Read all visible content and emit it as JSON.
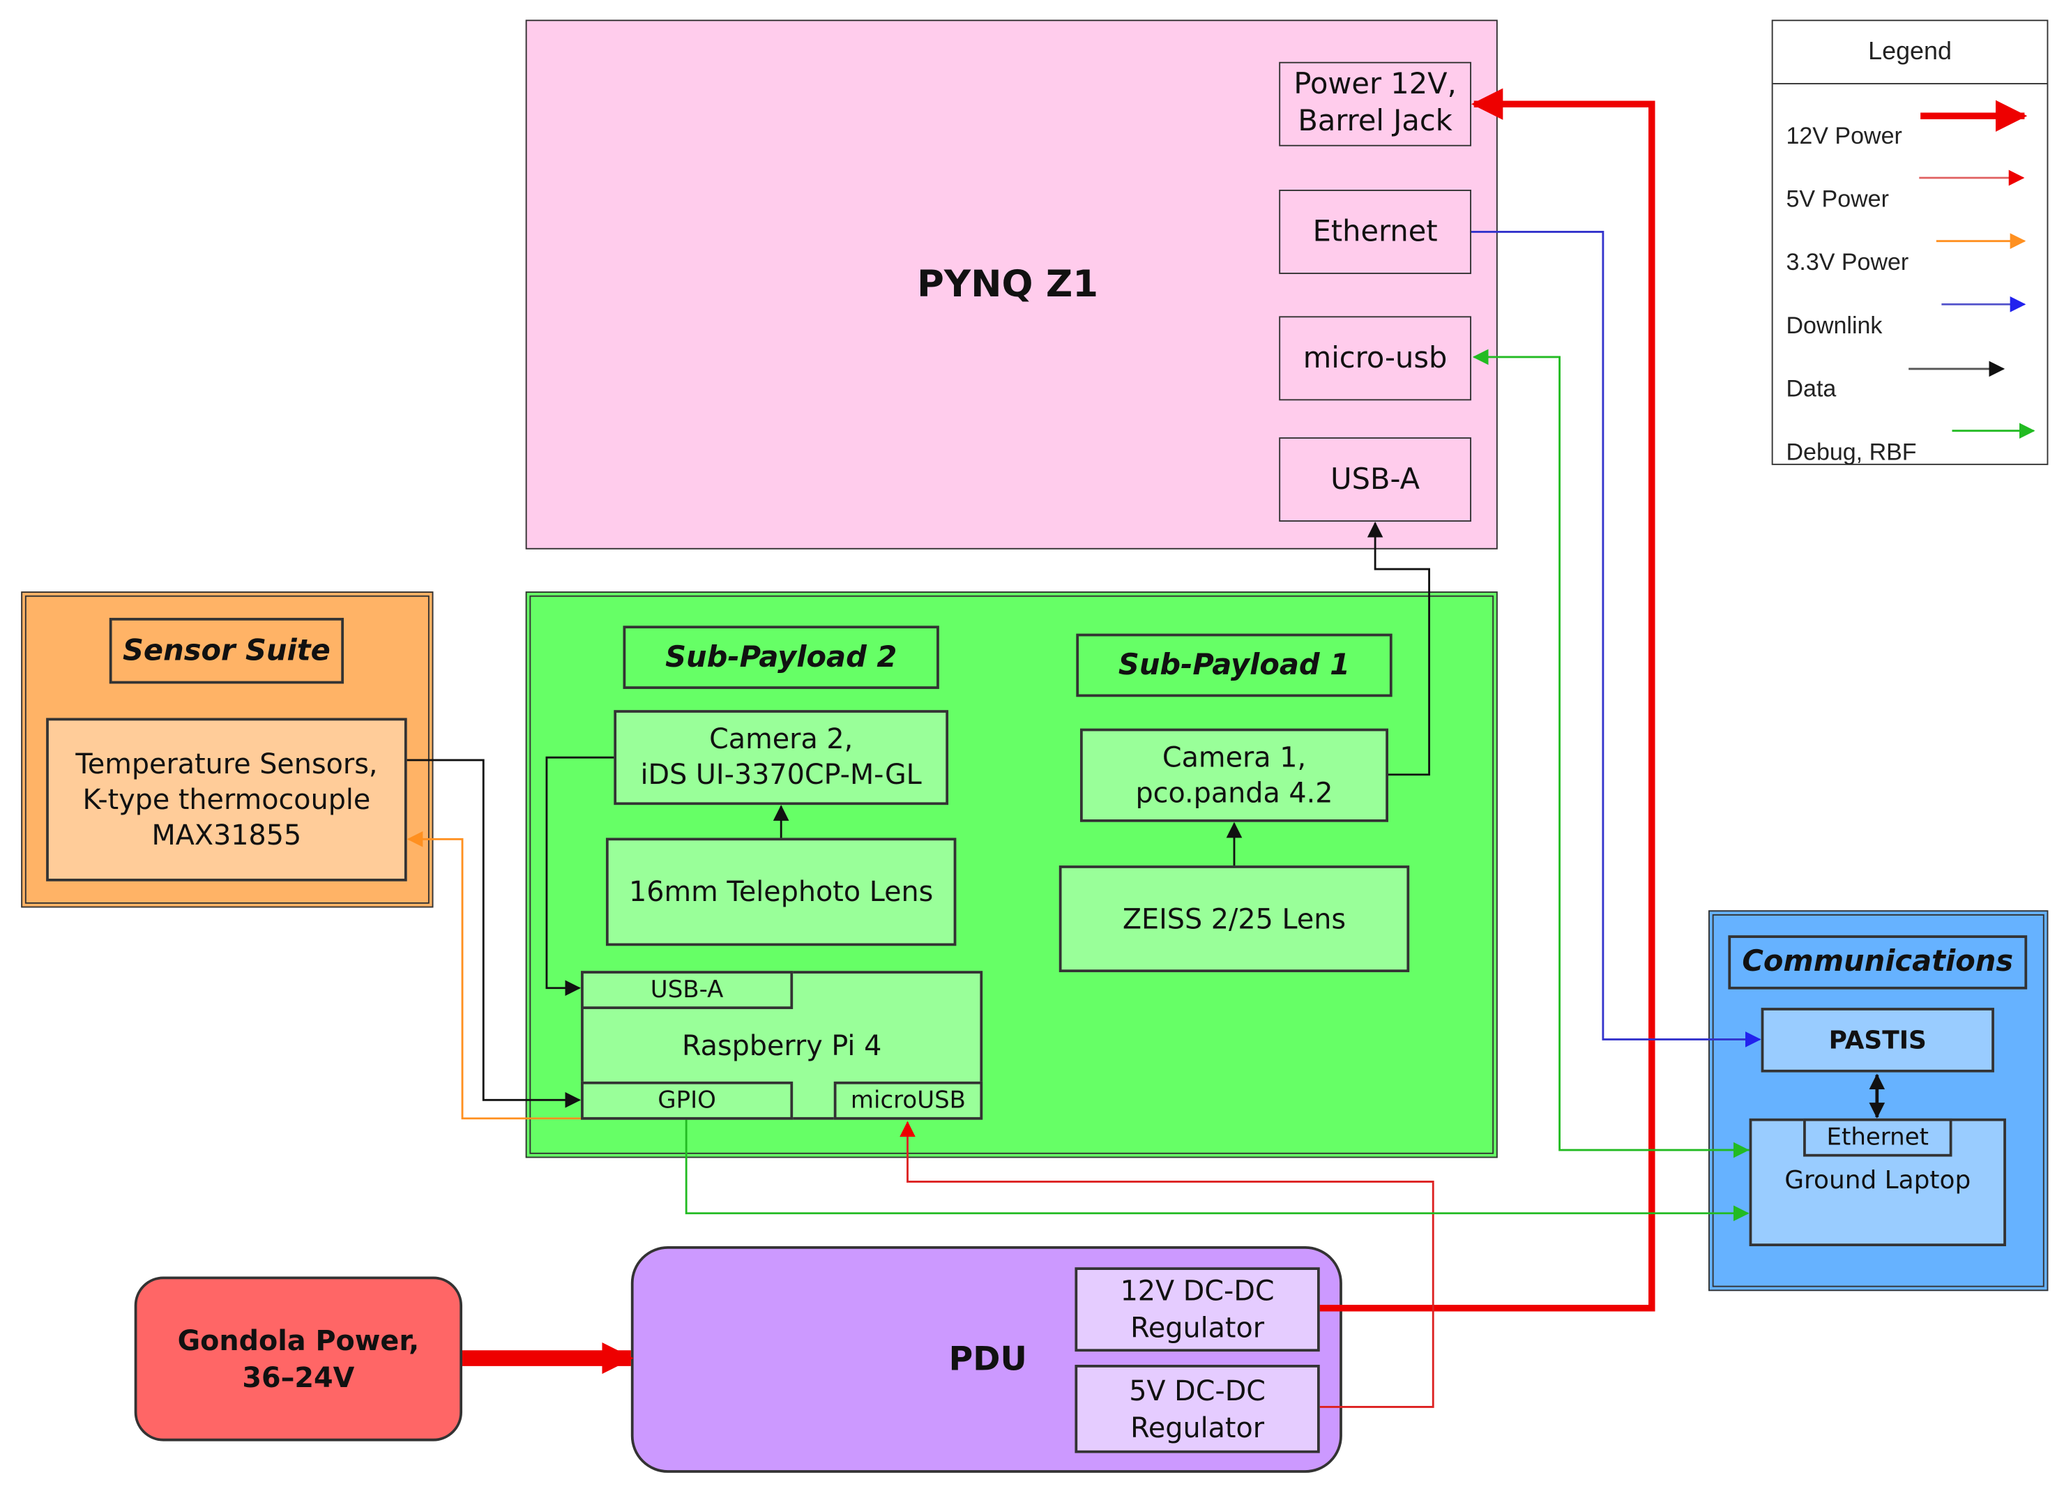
{
  "pynq": {
    "title": "PYNQ Z1",
    "power_port": "Power 12V,\nBarrel Jack",
    "ethernet_port": "Ethernet",
    "microusb_port": "micro-usb",
    "usba_port": "USB-A"
  },
  "sensor_suite": {
    "title": "Sensor Suite",
    "sensors": "Temperature Sensors,\nK-type thermocouple\nMAX31855"
  },
  "payload": {
    "sub2": {
      "title": "Sub-Payload 2",
      "camera": "Camera 2,\niDS UI-3370CP-M-GL",
      "lens": "16mm Telephoto Lens"
    },
    "sub1": {
      "title": "Sub-Payload 1",
      "camera": "Camera 1,\npco.panda 4.2",
      "lens": "ZEISS 2/25 Lens"
    },
    "rpi": {
      "label": "Raspberry Pi 4",
      "usba": "USB-A",
      "gpio": "GPIO",
      "microusb": "microUSB"
    }
  },
  "communications": {
    "title": "Communications",
    "pastis": "PASTIS",
    "ethernet": "Ethernet",
    "laptop": "Ground Laptop"
  },
  "gondola": {
    "label": "Gondola Power,\n36–24V"
  },
  "pdu": {
    "label": "PDU",
    "reg12": "12V DC-DC\nRegulator",
    "reg5": "5V DC-DC\nRegulator"
  },
  "legend": {
    "title": "Legend",
    "items": [
      {
        "label": "12V Power",
        "color": "#ee0000"
      },
      {
        "label": "5V Power",
        "color": "#e06060"
      },
      {
        "label": "3.3V Power",
        "color": "#ff9020"
      },
      {
        "label": "Downlink",
        "color": "#3333dd"
      },
      {
        "label": "Data",
        "color": "#222222"
      },
      {
        "label": "Debug, RBF",
        "color": "#22bb22"
      }
    ]
  },
  "colors": {
    "pynq_fill": "#ffccec",
    "sensor_fill": "#ffb366",
    "sensor_inner": "#ffcc99",
    "payload_fill": "#66ff66",
    "payload_inner": "#99ff99",
    "comms_fill": "#66b2ff",
    "comms_inner": "#99ccff",
    "gondola_fill": "#ff6666",
    "pdu_fill": "#cc99ff",
    "pdu_inner": "#e5ccff"
  }
}
